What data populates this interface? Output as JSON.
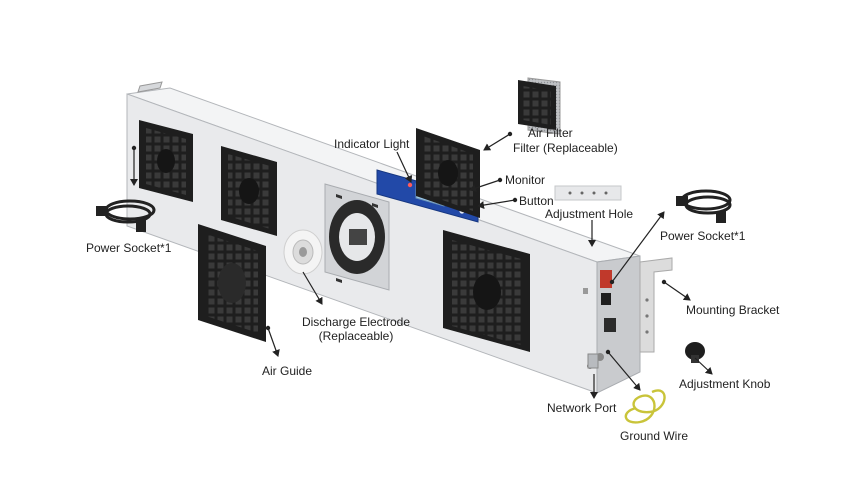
{
  "figure": {
    "colors": {
      "housing": "#e9eaec",
      "housing_side": "#c9cbce",
      "housing_edge": "#b3b6ba",
      "fan": "#1e1e1e",
      "panel": "#2249a8",
      "screen": "#9ec9ea",
      "bracket": "#dcdcdc",
      "ground_wire": "#c9c43a",
      "arrow": "#222222"
    },
    "labels": {
      "indicator_light": "Indicator Light",
      "air_filter_line1": "Air Filter",
      "air_filter_line2": "Filter (Replaceable)",
      "monitor": "Monitor",
      "button": "Button",
      "adjustment_hole": "Adjustment Hole",
      "power_socket_left": "Power Socket*1",
      "power_socket_right": "Power Socket*1",
      "mounting_bracket": "Mounting Bracket",
      "discharge_electrode_line1": "Discharge Electrode",
      "discharge_electrode_line2": "(Replaceable)",
      "air_guide": "Air Guide",
      "adjustment_knob": "Adjustment Knob",
      "network_port": "Network Port",
      "ground_wire": "Ground Wire"
    }
  }
}
